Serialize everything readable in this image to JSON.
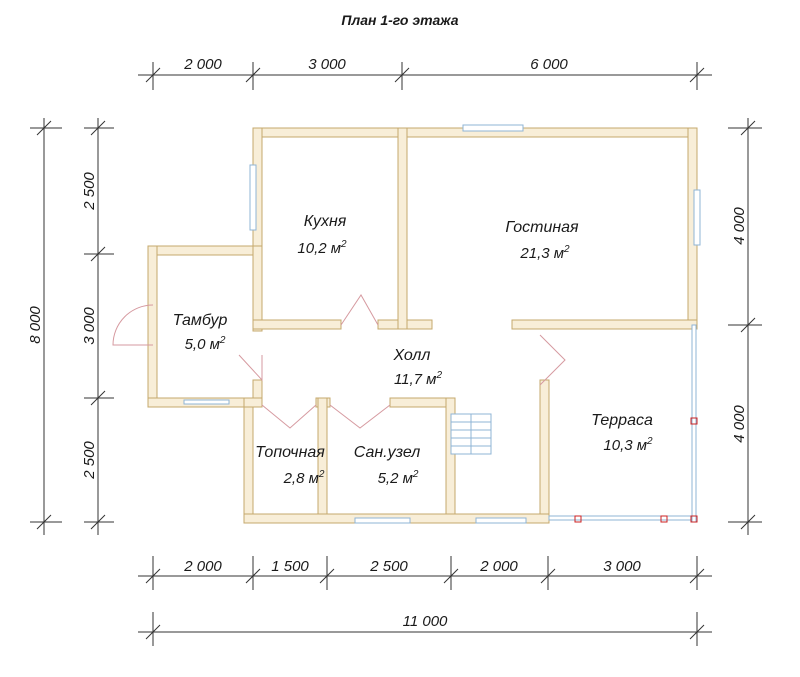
{
  "title": "План 1-го этажа",
  "dims": {
    "top": [
      "2 000",
      "3 000",
      "6 000"
    ],
    "bottom": [
      "2 000",
      "1 500",
      "2 500",
      "2 000",
      "3 000"
    ],
    "total": "11 000",
    "left_total": "8 000",
    "left": [
      "2 500",
      "3 000",
      "2 500"
    ],
    "right": [
      "4 000",
      "4 000"
    ]
  },
  "rooms": {
    "kitchen": {
      "name": "Кухня",
      "area": "10,2 м",
      "sup": "2"
    },
    "living": {
      "name": "Гостиная",
      "area": "21,3 м",
      "sup": "2"
    },
    "vestibule": {
      "name": "Тамбур",
      "area": "5,0 м",
      "sup": "2"
    },
    "hall": {
      "name": "Холл",
      "area": "11,7 м",
      "sup": "2"
    },
    "boiler": {
      "name": "Топочная",
      "area": "2,8 м",
      "sup": "2"
    },
    "bathroom": {
      "name": "Сан.узел",
      "area": "5,2 м",
      "sup": "2"
    },
    "terrace": {
      "name": "Терраса",
      "area": "10,3 м",
      "sup": "2"
    }
  },
  "colors": {
    "wall_fill": "#f8eed8",
    "wall_stroke": "#c5a86c",
    "window": "#8fb4d6",
    "door": "#d69aa0",
    "post": "#cc2222"
  }
}
